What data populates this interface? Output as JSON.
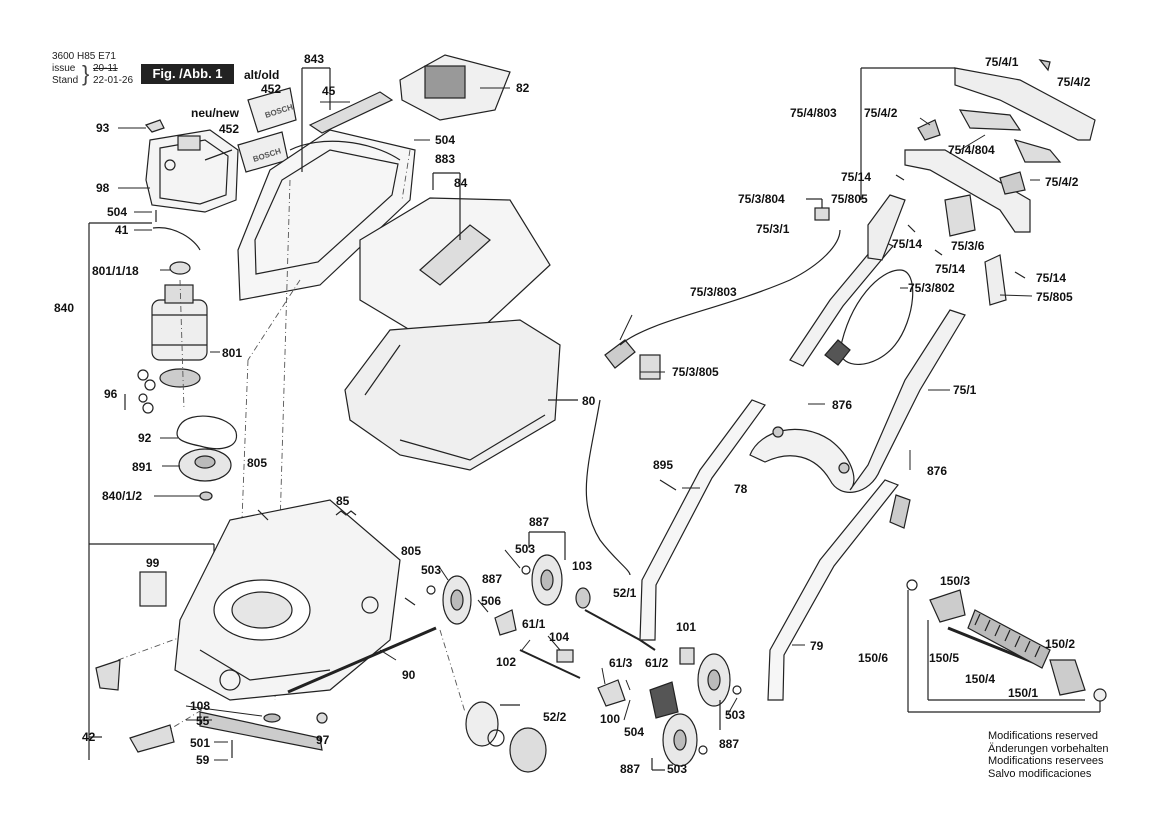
{
  "header": {
    "doc_number": "3600 H85 E71",
    "issue_label": "issue",
    "issue_value": "20-11",
    "stand_label": "Stand",
    "stand_value": "22-01-26",
    "figure_label": "Fig. /Abb. 1"
  },
  "variants": {
    "old": "alt/old",
    "new": "neu/new"
  },
  "labels": {
    "l843": "843",
    "l45": "45",
    "l82": "82",
    "l452a": "452",
    "l452b": "452",
    "l93": "93",
    "l98": "98",
    "l504a": "504",
    "l41": "41",
    "l801_1_18": "801/1/18",
    "l840": "840",
    "l801": "801",
    "l96": "96",
    "l92": "92",
    "l891": "891",
    "l840_1_2": "840/1/2",
    "l805a": "805",
    "l99": "99",
    "l42": "42",
    "l108": "108",
    "l55": "55",
    "l501": "501",
    "l59": "59",
    "l97": "97",
    "l90": "90",
    "l85": "85",
    "l805b": "805",
    "l503a": "503",
    "l887a": "887",
    "l506": "506",
    "l61_1": "61/1",
    "l104": "104",
    "l102": "102",
    "l52_2": "52/2",
    "l504b": "504",
    "l883": "883",
    "l84": "84",
    "l80": "80",
    "l887b": "887",
    "l503b": "503",
    "l103": "103",
    "l52_1": "52/1",
    "l101": "101",
    "l61_3": "61/3",
    "l61_2": "61/2",
    "l100": "100",
    "l504c": "504",
    "l503c": "503",
    "l887c": "887",
    "l887d": "887",
    "l503d": "503",
    "l895": "895",
    "l78": "78",
    "l79": "79",
    "l75_3_803": "75/3/803",
    "l75_3_805": "75/3/805",
    "l876a": "876",
    "l876b": "876",
    "l75_1": "75/1",
    "l75_3_804": "75/3/804",
    "l75_3_1": "75/3/1",
    "l75_805a": "75/805",
    "l75_14a": "75/14",
    "l75_14b": "75/14",
    "l75_3_6": "75/3/6",
    "l75_14c": "75/14",
    "l75_14d": "75/14",
    "l75_805b": "75/805",
    "l75_3_802": "75/3/802",
    "l75_4_803": "75/4/803",
    "l75_4_1": "75/4/1",
    "l75_4_2a": "75/4/2",
    "l75_4_2b": "75/4/2",
    "l75_4_804": "75/4/804",
    "l75_4_2c": "75/4/2",
    "l150_3": "150/3",
    "l150_6": "150/6",
    "l150_5": "150/5",
    "l150_4": "150/4",
    "l150_2": "150/2",
    "l150_1": "150/1"
  },
  "modifications": [
    "Modifications reserved",
    "Änderungen vorbehalten",
    "Modifications reservees",
    "Salvo modificaciones"
  ],
  "brand_text": "BOSCH"
}
